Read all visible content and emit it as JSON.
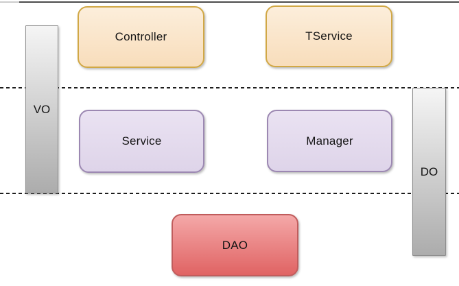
{
  "diagram": {
    "nodes": {
      "controller": {
        "label": "Controller"
      },
      "tservice": {
        "label": "TService"
      },
      "service": {
        "label": "Service"
      },
      "manager": {
        "label": "Manager"
      },
      "dao": {
        "label": "DAO"
      },
      "vo": {
        "label": "VO"
      },
      "do": {
        "label": "DO"
      }
    },
    "dividers": {
      "count": 2,
      "style": "dashed"
    },
    "colors": {
      "orange_fill_top": "#fceedb",
      "orange_fill_bottom": "#f8ddbb",
      "orange_border": "#d1a845",
      "purple_fill_top": "#eae2f2",
      "purple_fill_bottom": "#ded4e9",
      "purple_border": "#9c88b2",
      "red_fill_top": "#f4a8a8",
      "red_fill_bottom": "#e06363",
      "red_border": "#c05c5c",
      "gray_fill_top": "#f5f5f5",
      "gray_fill_bottom": "#acacac",
      "gray_border": "#8d8d8d",
      "divider": "#1d1d1d",
      "top_line": "#4b4b4b"
    }
  }
}
